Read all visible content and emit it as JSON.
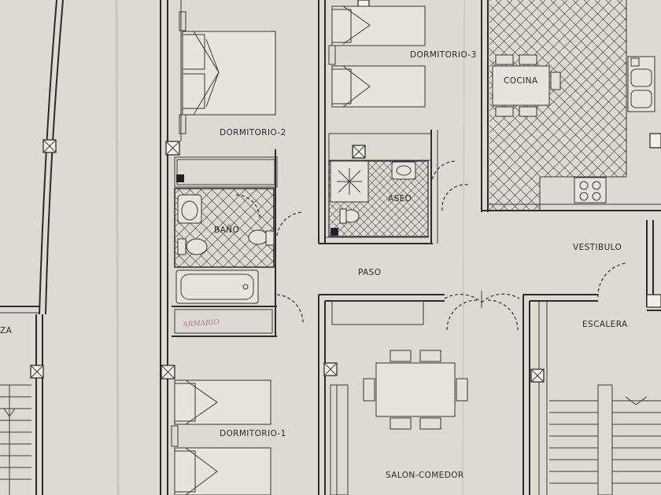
{
  "rooms": {
    "dormitorio2": "DORMITORIO-2",
    "dormitorio3": "DORMITORIO-3",
    "cocina": "COCINA",
    "bano": "BAÑO",
    "aseo": "ASEO",
    "paso": "PASO",
    "vestibulo": "VESTIBULO",
    "escalera": "ESCALERA",
    "dormitorio1": "DORMITORIO-1",
    "salon_comedor": "SALON-COMEDOR",
    "edge_left": "ZA"
  },
  "annotations": {
    "handwritten": "ARMARIO"
  },
  "colors": {
    "paper": "#dcdad3",
    "ink": "#2b2b2b",
    "handwriting": "#b07a7a"
  }
}
